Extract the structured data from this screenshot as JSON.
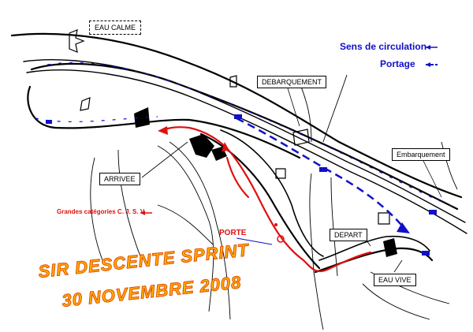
{
  "labels": {
    "eau_calme": "EAU CALME",
    "debarquement": "DEBARQUEMENT",
    "embarquement": "Embarquement",
    "arrivee": "ARRIVEE",
    "porte": "PORTE",
    "depart": "DEPART",
    "eau_vive": "EAU VIVE"
  },
  "legend": {
    "circulation": "Sens de circulation",
    "portage": "Portage",
    "categories": "Grandes catégories C. J. S. V."
  },
  "title": {
    "line1": "SIR DESCENTE SPRINT",
    "line2": "30 NOVEMBRE 2008"
  },
  "colors": {
    "circulation": "#1010c8",
    "portage": "#1010c8",
    "race_line": "#e01010",
    "title_fill": "#ffb000",
    "title_outline": "#e05000"
  }
}
